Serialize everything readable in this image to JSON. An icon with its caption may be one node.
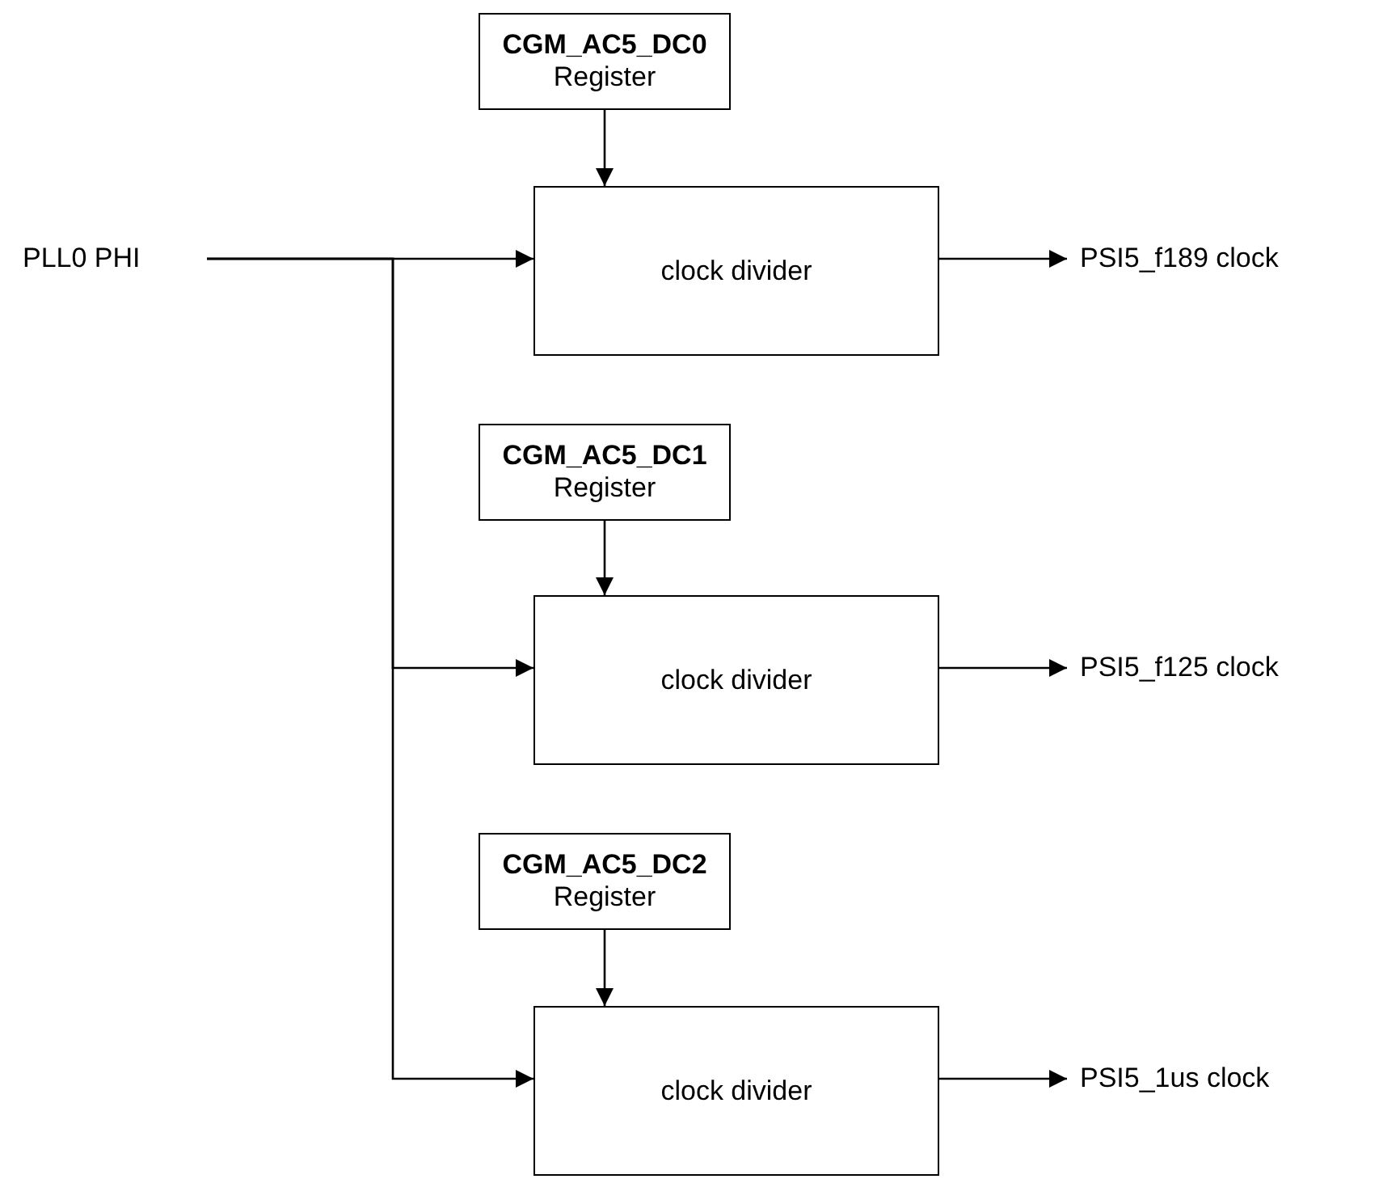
{
  "diagram": {
    "nodes": [
      {
        "text": [
          "PLL0 PHI"
        ]
      },
      {
        "text": [
          "**CGM_AC5_DC0** Register"
        ]
      },
      {
        "text": [
          "clock divider"
        ]
      },
      {
        "text": [
          "PSI5_f189 clock"
        ]
      },
      {
        "text": [
          "**CGM_AC5_DC1** Register"
        ]
      },
      {
        "text": [
          "clock divider"
        ]
      },
      {
        "text": [
          "PSI5_f125 clock"
        ]
      },
      {
        "text": [
          "**CGM_AC5_DC2** Register"
        ]
      },
      {
        "text": [
          "clock divider"
        ]
      },
      {
        "text": [
          "PSI5_1us clock"
        ]
      }
    ],
    "edges": [
      {
        "from": 0,
        "to": 2,
        "arrow": "to"
      },
      {
        "from": 0,
        "to": 5,
        "arrow": "to"
      },
      {
        "from": 0,
        "to": 8,
        "arrow": "to"
      },
      {
        "from": 1,
        "to": 2,
        "arrow": "to"
      },
      {
        "from": 2,
        "to": 3,
        "arrow": "to"
      },
      {
        "from": 4,
        "to": 5,
        "arrow": "to"
      },
      {
        "from": 5,
        "to": 6,
        "arrow": "to"
      },
      {
        "from": 7,
        "to": 8,
        "arrow": "to"
      },
      {
        "from": 8,
        "to": 9,
        "arrow": "to"
      }
    ]
  }
}
